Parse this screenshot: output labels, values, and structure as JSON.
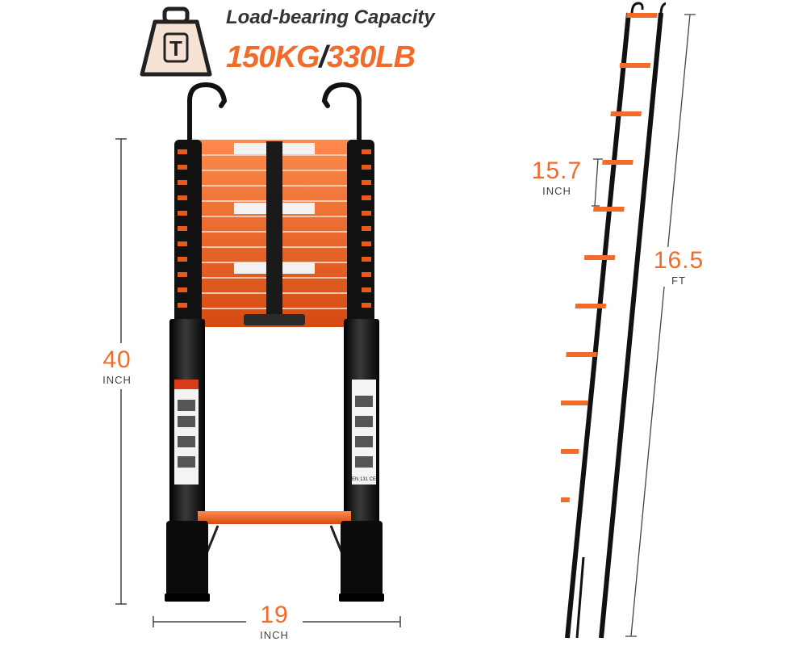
{
  "capacity": {
    "title": "Load-bearing Capacity",
    "weight_icon_letter": "T",
    "kg": "150KG",
    "separator": "/",
    "lb": "330LB"
  },
  "dimensions": {
    "collapsed_height": {
      "value": "40",
      "unit": "INCH"
    },
    "width": {
      "value": "19",
      "unit": "INCH"
    },
    "step_spacing": {
      "value": "15.7",
      "unit": "INCH"
    },
    "extended_length": {
      "value": "16.5",
      "unit": "FT"
    }
  },
  "labels": {
    "stand_model": "EN 131 CE"
  },
  "colors": {
    "accent": "#f26b2a",
    "frame": "#111111",
    "text_dark": "#333333"
  }
}
